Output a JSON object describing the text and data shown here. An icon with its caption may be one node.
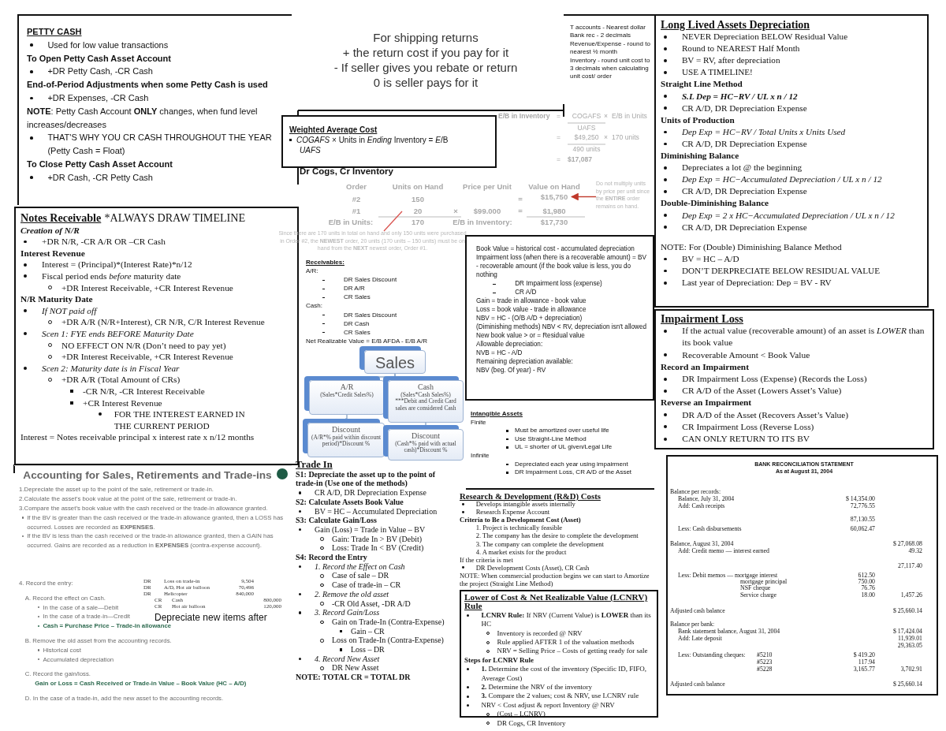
{
  "diagram": {
    "nodes": [
      {
        "text": [
          "PETTY CASH",
          "Used for low value transactions",
          "To Open Petty Cash Asset Account",
          "+DR Petty Cash, -CR Cash",
          "End-of-Period Adjustments when some Petty Cash is used",
          "+DR Expenses, -CR Cash",
          "**NOTE**: Petty Cash Account **ONLY** changes, when fund level increases/decreases",
          "THAT'S WHY YOU CR CASH THROUGHOUT THE YEAR (Petty Cash = Float)",
          "To Close Petty Cash Asset Account",
          "+DR Cash, -CR Petty Cash"
        ]
      },
      {
        "text": [
          "Weighted Average Cost",
          "*COGAFS* × Units in *Ending* Inventory = *E*/B",
          "UAFS"
        ]
      },
      {
        "text": [
          "T accounts - Nearest dollar",
          "Bank rec - 2 decimals",
          "Revenue/Expense - round to nearest ½ month",
          "Inventory - round unit cost to 3 decimals when calculating unit cost/ order"
        ]
      },
      {
        "text": [
          "Long Lived Assets Depreciation",
          "NEVER Depreciation BELOW Residual Value",
          "Round to NEAREST Half Month",
          "BV = RV, after depreciation",
          "USE A TIMELINE!",
          "Straight Line Method",
          "S.L Dep = HC−RV / UL x n / 12",
          "CR A/D, DR Depreciation Expense",
          "Units of Production",
          "Dep Exp = HC−RV / Total Units x Units Used",
          "CR A/D, DR Depreciation Expense",
          "Diminishing Balance",
          "Depreciates a lot @ the beginning",
          "Dep Exp = HC−Accumulated Depreciation / UL x n / 12",
          "CR A/D, DR Depreciation Expense",
          "Double-Diminishing Balance",
          "Dep Exp = 2 x HC−Accumulated Depreciation / UL x n / 12",
          "CR A/D, DR Depreciation Expense",
          "NOTE: For (Double) Diminishing Balance Method",
          "BV = HC – A/D",
          "DON’T DERPRECIATE BELOW RESIDUAL VALUE",
          "Last year of Depreciation: Dep = BV - RV"
        ]
      },
      {
        "text": [
          "Notes Receivable",
          "*ALWAYS DRAW TIMELINE",
          "Creation of N/R",
          "+DR N/R, -CR A/R OR –CR Cash",
          "Interest Revenue",
          "Interest = (Principal)*(Interest Rate)*n/12",
          "Fiscal period ends *before* maturity date",
          "+DR Interest Receivable, +CR Interest Revenue",
          "N/R Maturity Date",
          "If NOT paid off",
          "+DR A/R (N/R+Interest), CR N/R, C/R Interest Revenue",
          "Scen 1: FYE ends BEFORE Maturity Date",
          "NO EFFECT ON N/R (Don’t need to pay yet)",
          "+DR Interest Receivable, +CR Interest Revenue",
          "Scen 2: Maturity date is in Fiscal Year",
          "+DR A/R (Total Amount of CRs)",
          "-CR N/R, -CR Interest Receivable",
          "+CR Interest Revenue",
          "FOR THE INTEREST EARNED IN THE CURRENT PERIOD",
          "Interest = Notes receivable principal x interest rate x n/12 months"
        ]
      },
      {
        "text": [
          "Book Value = historical cost - accumulated depreciation",
          "Impairment loss (when there is a recoverable amount) = BV - recoverable amount (if the book value is less, you do nothing",
          "DR Impairment loss (expense)",
          "CR A/D",
          "Gain = trade in allowance - book value",
          "Loss = book value - trade in allowance",
          "NBV = HC - (O/B A/D + depreciation)",
          "(Diminishing methods) NBV < RV, depreciation isn't allowed",
          "New book value > or = Residual value",
          "Allowable depreciation:",
          "NVB = HC - A/D",
          "Remaining depreciation available:",
          "NBV (beg. Of year) - RV"
        ]
      },
      {
        "text": [
          "Sales"
        ]
      },
      {
        "text": [
          "A/R",
          "(Sales*Credit Sales%)"
        ]
      },
      {
        "text": [
          "Cash",
          "(Sales*Cash Sales%)",
          "***Debit and Credit Card sales are considered Cash"
        ]
      },
      {
        "text": [
          "Discount",
          "(A/R*% paid within discount period)*Discount %"
        ]
      },
      {
        "text": [
          "Discount",
          "(Cash*% paid with actual cash)*Discount %"
        ]
      },
      {
        "text": [
          "Do not multiply units by price per unit since the **ENTIRE** order remains on hand."
        ]
      },
      {
        "text": [
          "$15,750"
        ]
      },
      {
        "text": [
          "Intangible Assets",
          "Finite",
          "Must be amortized over useful life",
          "Use Straight-Line Method",
          "UL = shorter of UL given/Legal Life",
          "Infinite",
          "Depreciated each year using impairment",
          "DR Impairment Loss, CR A/D of the Asset"
        ]
      },
      {
        "text": [
          "Impairment Loss",
          "If the actual value (recoverable amount) of an asset is *LOWER* than its book value",
          "Recoverable Amount < Book Value",
          "Record an Impairment",
          "DR Impairment Loss (Expense) (Records the Loss)",
          "CR A/D of the Asset (Lowers Asset’s Value)",
          "Reverse an Impairment",
          "DR A/D of the Asset (Recovers Asset’s Value)",
          "CR Impairment Loss (Reverse Loss)",
          "CAN ONLY RETURN TO ITS BV"
        ]
      },
      {
        "text": [
          "Accounting for Sales, Retirements and Trade-ins",
          "1.Depreciate the asset up to the point of the sale, retirement or trade-in.",
          "2.Calculate the asset’s book value at the point of the sale, retirement or trade-in.",
          "3.Compare the asset’s book value with the cash received or the trade-in allowance granted.",
          "If the BV is greater than the cash received or the trade-in allowance granted, then a LOSS has occurred. Losses are recorded as **EXPENSES**.",
          "If the BV is less than the cash received or the trade-in allowance granted, then a GAIN has occurred. Gains are recorded as a reduction in **EXPENSES** (contra-expense account).",
          "4. Record the entry:",
          "A. Record the effect on Cash.",
          "In the case of a sale—Debit",
          "In the case of a trade-in—Credit",
          "Cash = Purchase Price – Trade-in allowance",
          "B. Remove the old asset from the accounting records.",
          "Historical cost",
          "Accumulated depreciation",
          "C. Record the gain/loss.",
          "Gain or Loss = Cash Received or Trade-in Value – Book Value (HC – A/D)",
          "D. In the case of a trade-in, add the new asset to the accounting records.",
          "DR",
          "Loss on trade-in",
          "9,504",
          "DR",
          "A/D, Hot air balloon",
          "70,496",
          "DR",
          "Helicopter",
          "840,000",
          "CR",
          "Cash",
          "800,000",
          "CR",
          "Hot air balloon",
          "120,000",
          "Depreciate new items after"
        ]
      },
      {
        "text": [
          "Lower of Cost & Net Realizable Value (LCNRV) Rule",
          "**LCNRV Rule:** If NRV (Current Value) is **LOWER** than its HC",
          "Inventory is recorded @ NRV",
          "Rule applied AFTER 1 of the valuation methods",
          "NRV = Selling Price – Costs of getting ready for sale",
          "Steps for LCNRV Rule",
          "**1.** Determine the cost of the inventory (Specific ID, FIFO, Average Cost)",
          "**2.** Determine the NRV of the inventory",
          "**3.** Compare the 2 values; cost & NRV, use LCNRV rule",
          "NRV < Cost adjust & report Inventory @ NRV",
          "(Cost – LCNRV)",
          "DR Cogs, CR Inventory"
        ]
      },
      {
        "text": [
          "BANK RECONCILIATION STATEMENT",
          "As at August 31, 2004",
          "Balance per records:",
          "Balance, July 31, 2004",
          "$ 14,354.00",
          "Add: Cash receipts",
          "72,776.55",
          "87,130.55",
          "Less: Cash disbursements",
          "60,062.47",
          "Balance, August 31, 2004",
          "$ 27,068.08",
          "Add: Credit memo — interest earned",
          "49.32",
          "27,117.40",
          "Less: Debit memos — mortgage interest",
          "612.50",
          "mortgage principal",
          "750.00",
          "NSF cheque",
          "76.76",
          "Service charge",
          "18.00",
          "1,457.26",
          "Adjusted cash balance",
          "$ 25,660.14",
          "Balance per bank:",
          "Bank statement balance, August 31, 2004",
          "$ 17,424.04",
          "Add: Late deposit",
          "11,939.01",
          "29,363.05",
          "Less: Outstanding cheques:",
          "#5210",
          "$ 419.20",
          "#5223",
          "117.94",
          "#5228",
          "3,165.77",
          "3,702.91",
          "Adjusted cash balance",
          "$ 25,660.14"
        ]
      }
    ],
    "edges": [
      {
        "from": 6,
        "to": 7,
        "arrow": "none"
      },
      {
        "from": 6,
        "to": 8,
        "arrow": "none"
      },
      {
        "from": 7,
        "to": 9,
        "arrow": "none"
      },
      {
        "from": 8,
        "to": 10,
        "arrow": "none"
      },
      {
        "from": 11,
        "to": 12,
        "arrow": "to",
        "color": "#c0392b"
      }
    ],
    "labels": [
      "For shipping returns",
      "+ the return cost if you pay for it",
      "- If seller gives you rebate or return",
      "0 is seller pays for it",
      "Dr Cogs, Cr Inventory",
      "E/B in Inventory",
      "=",
      "COGAFS",
      "×",
      "E/B in Units",
      "UAFS",
      "=",
      "$49,250",
      "×",
      "170 units",
      "490 units",
      "=",
      "$17,087",
      "Order",
      "Units on Hand",
      "Price per Unit",
      "Value on Hand",
      "#2",
      "150",
      "=",
      "#1",
      "20",
      "×",
      "$99.000",
      "=",
      "$1,980",
      "E/B in Units:",
      "170",
      "E/B in Inventory:",
      "$17,730",
      "Since there are 170 units in total on hand and only 150 units were purchased in Order #2, the **NEWEST** order, 20 units (170 units – 150 units) must be on hand from the **NEXT** newest order, Order #1.",
      "Receivables:",
      "A/R:",
      "DR Sales Discount",
      "DR A/R",
      "CR Sales",
      "Cash:",
      "DR Sales Discount",
      "DR Cash",
      "CR Sales",
      "Net Realizable Value = E/B AFDA - E/B A/R",
      "Trade In",
      "S1: Depreciate the asset up to the point of trade-in (Use one of the methods)",
      "CR A/D, DR Depreciation Expense",
      "S2: Calculate Assets Book Value",
      "BV = HC – Accumulated Depreciation",
      "S3: Calculate Gain/Loss",
      "Gain (Loss) = Trade in Value – BV",
      "Gain: Trade In > BV (Debit)",
      "Loss: Trade In < BV (Credit)",
      "S4: Record the Entry",
      "1. Record the Effect on Cash",
      "Case of sale – DR",
      "Case of trade-in – CR",
      "2. Remove the old asset",
      "-CR Old Asset, -DR A/D",
      "3. Record Gain/Loss",
      "Gain on Trade-In (Contra-Expense)",
      "Gain – CR",
      "Loss on Trade-In (Contra-Expense)",
      "Loss – DR",
      "4. Record New Asset",
      "DR New Asset",
      "NOTE: TOTAL CR = TOTAL DR",
      "Research & Development (R&D) Costs",
      "Develops intangible assets internally",
      "Research Expense Account",
      "Criteria to Be a Development Cost (Asset)",
      "1. Project is technically feasible",
      "2. The company has the desire to complete the development",
      "3. The company can complete the development",
      "4. A market exists for the product",
      "If the criteria is met",
      "DR Development Costs (Asset), CR Cash",
      "NOTE: When commercial production begins we can start to Amortize the project (Straight Line Method)"
    ]
  }
}
